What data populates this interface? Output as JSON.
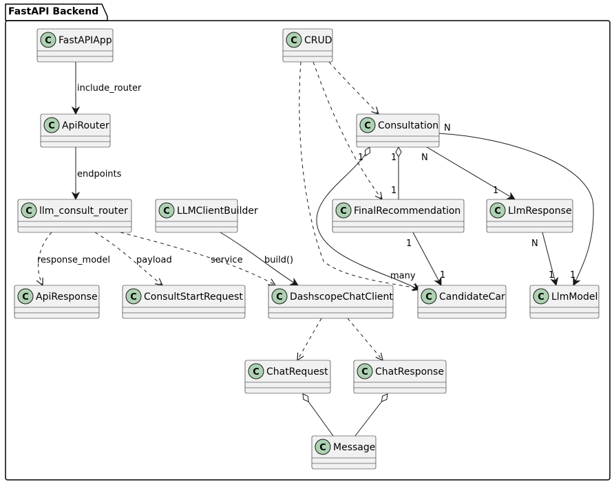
{
  "package": {
    "title": "FastAPI Backend"
  },
  "class_marker": "C",
  "colors": {
    "class_fill": "#F1F1F1",
    "class_border": "#181818",
    "circle_fill": "#ADD1B2",
    "edge": "#181818"
  },
  "classes": {
    "fastapiapp": "FastAPIApp",
    "apirouter": "ApiRouter",
    "llm_consult_router": "llm_consult_router",
    "llmclientbuilder": "LLMClientBuilder",
    "apiresponse": "ApiResponse",
    "consultstartrequest": "ConsultStartRequest",
    "dashscopechatclient": "DashscopeChatClient",
    "chatrequest": "ChatRequest",
    "chatresponse": "ChatResponse",
    "message": "Message",
    "crud": "CRUD",
    "consultation": "Consultation",
    "finalrecommendation": "FinalRecommendation",
    "llmresponse": "LlmResponse",
    "candidatecar": "CandidateCar",
    "llmmodel": "LlmModel"
  },
  "labels": {
    "include_router": "include_router",
    "endpoints": "endpoints",
    "response_model": "response_model",
    "payload": "payload",
    "service": "service",
    "build": "build()",
    "many": "many",
    "consult_cand_src": "1",
    "consult_final_src": "1",
    "consult_final_dst": "1",
    "consult_llmresp_src": "N",
    "consult_llmresp_dst": "1",
    "consult_llmmodel_src": "N",
    "consult_llmmodel_dst": "1",
    "final_cand_src": "1",
    "final_cand_dst": "1",
    "llmresp_model_src": "N",
    "llmresp_model_dst": "1"
  }
}
